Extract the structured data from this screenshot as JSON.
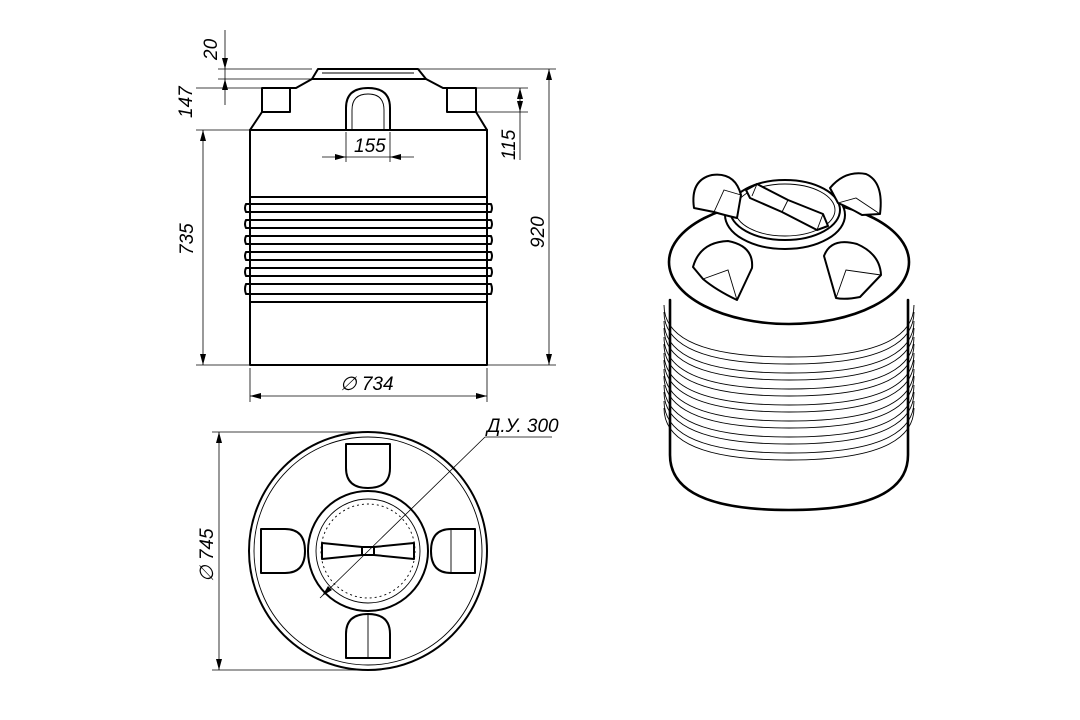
{
  "dimensions": {
    "lid_height": "20",
    "shoulder_height": "147",
    "neck_width": "155",
    "handle_height": "115",
    "body_height": "735",
    "total_height": "920",
    "body_diameter": "∅ 734",
    "top_diameter": "∅ 745",
    "hatch_label": "Д.У. 300"
  }
}
